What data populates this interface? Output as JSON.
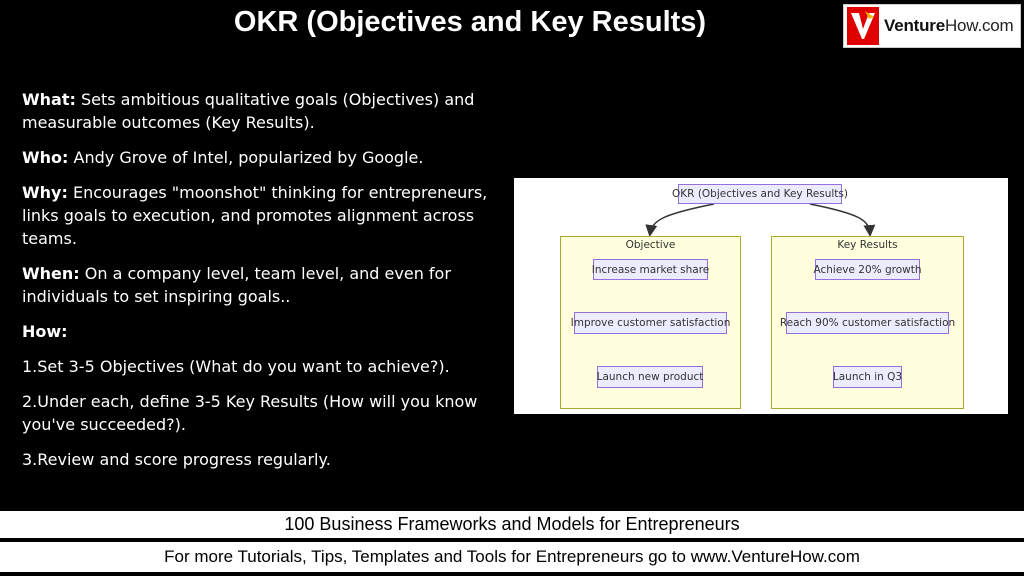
{
  "title": "OKR (Objectives and Key Results)",
  "logo": {
    "brand_bold": "Venture",
    "brand_rest": "How.com"
  },
  "content": {
    "what_label": "What:",
    "what_text": " Sets ambitious qualitative goals (Objectives) and measurable outcomes (Key Results).",
    "who_label": "Who:",
    "who_text": " Andy Grove of Intel, popularized by Google.",
    "why_label": "Why:",
    "why_text": " Encourages \"moonshot\" thinking for entrepreneurs, links goals to execution, and promotes alignment across teams.",
    "when_label": "When:",
    "when_text": " On a company level, team level, and even for individuals to set inspiring goals..",
    "how_label": "How:",
    "steps": [
      {
        "num": "1.",
        "text": "Set 3-5 Objectives (What do you want to achieve?)."
      },
      {
        "num": "2.",
        "text": "Under each, define 3-5 Key Results (How will you know you've succeeded?)."
      },
      {
        "num": "3.",
        "text": "Review and score progress regularly."
      }
    ]
  },
  "diagram": {
    "root": "OKR (Objectives and Key Results)",
    "objective_label": "Objective",
    "key_results_label": "Key Results",
    "objectives": [
      "Increase market share",
      "Improve customer satisfaction",
      "Launch new product"
    ],
    "key_results": [
      "Achieve 20% growth",
      "Reach 90% customer satisfaction",
      "Launch in Q3"
    ]
  },
  "footer": {
    "line1": "100 Business Frameworks and Models for Entrepreneurs",
    "line2": "For more Tutorials, Tips, Templates and Tools for Entrepreneurs go to www.VentureHow.com"
  }
}
